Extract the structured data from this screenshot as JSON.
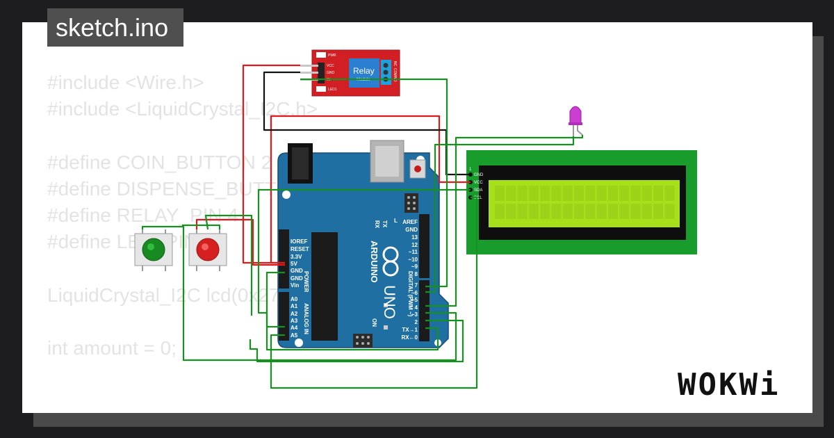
{
  "title": "sketch.ino",
  "code_lines": [
    "#include <Wire.h>",
    "#include <LiquidCrystal_I2C.h>",
    "",
    "#define COIN_BUTTON 2",
    "#define DISPENSE_BUTTON 3",
    "#define RELAY_PIN 4",
    "#define LED_PIN 6",
    "",
    "LiquidCrystal_I2C lcd(0x27, 16, 2);",
    "",
    "int amount = 0;"
  ],
  "logo": "WOKWi",
  "relay": {
    "label": "Relay",
    "sublabel": "Module",
    "pins": [
      "VCC",
      "GND",
      "IN"
    ],
    "pwr": "PWR",
    "led1": "LED1",
    "outputs": [
      "NC",
      "COM",
      "NO"
    ]
  },
  "lcd": {
    "pins": [
      "GND",
      "VCC",
      "SDA",
      "SCL"
    ],
    "pin1": "1"
  },
  "arduino": {
    "brand": "ARDUINO",
    "model": "UNO",
    "on": "ON",
    "tx": "TX",
    "rx": "RX",
    "l": "L",
    "digital_header": "DIGITAL (PWM ~)",
    "power_header": "POWER",
    "analog_header": "ANALOG IN",
    "power_pins": [
      "IOREF",
      "RESET",
      "3.3V",
      "5V",
      "GND",
      "GND",
      "Vin"
    ],
    "analog_pins": [
      "A0",
      "A1",
      "A2",
      "A3",
      "A4",
      "A5"
    ],
    "digital_top": [
      "AREF",
      "GND",
      "13",
      "12",
      "~11",
      "~10",
      "~9",
      "8"
    ],
    "digital_bottom": [
      "7",
      "~6",
      "~5",
      "4",
      "~3",
      "2",
      "TX→1",
      "RX←0"
    ]
  },
  "colors": {
    "wire_red": "#e0191c",
    "wire_green": "#14911e",
    "wire_black": "#111111",
    "board": "#1f6fa3",
    "relay_board": "#d11f24",
    "lcd_pcb": "#189d2c",
    "lcd_screen": "#a6e01a"
  }
}
